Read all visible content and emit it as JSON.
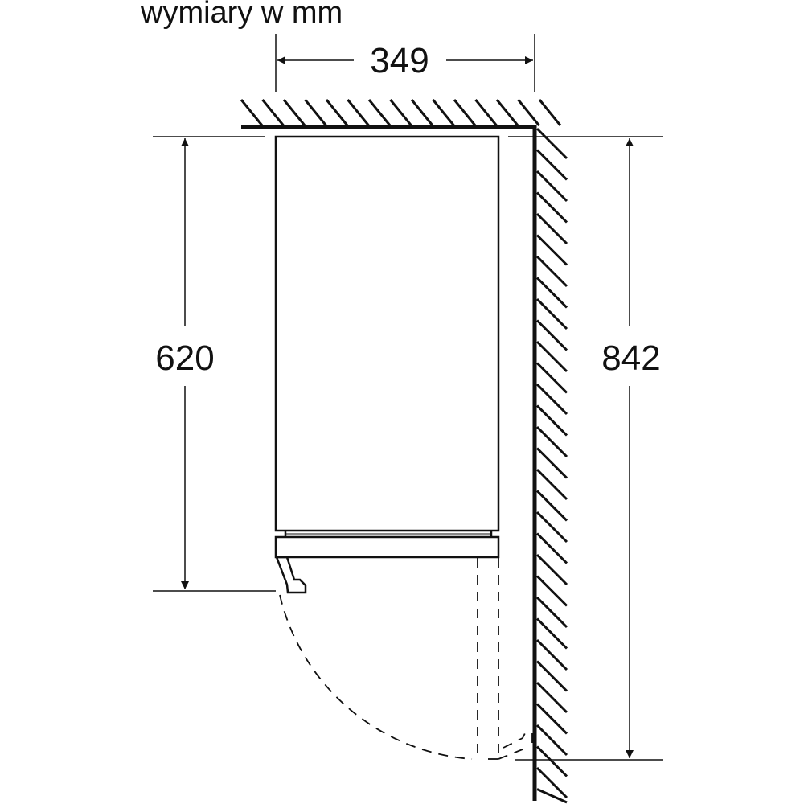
{
  "title": "wymiary w mm",
  "dimensions": {
    "width": "349",
    "door_height": "620",
    "total_depth": "842"
  },
  "colors": {
    "line": "#111111",
    "background": "#ffffff"
  }
}
